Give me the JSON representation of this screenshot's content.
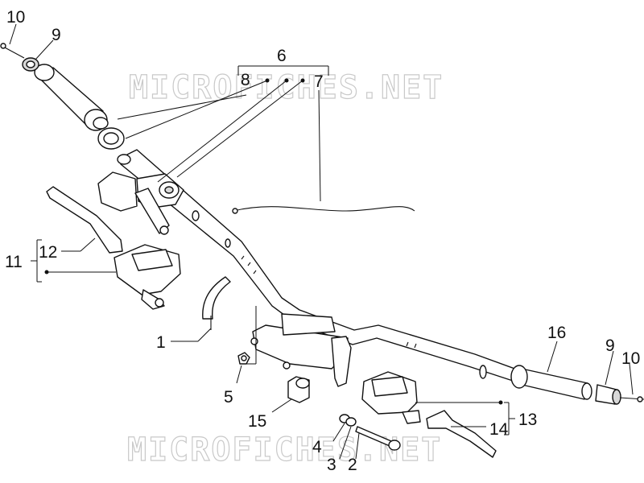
{
  "watermark": {
    "text": "MICROFICHES.NET"
  },
  "callouts": {
    "c1": "1",
    "c2": "2",
    "c3": "3",
    "c4": "4",
    "c5": "5",
    "c6": "6",
    "c7": "7",
    "c8": "8",
    "c9_top": "9",
    "c9_right": "9",
    "c10_top": "10",
    "c10_right": "10",
    "c11": "11",
    "c12": "12",
    "c13": "13",
    "c14": "14",
    "c15": "15",
    "c16": "16"
  },
  "colors": {
    "line": "#111111",
    "watermark": "#c9c9c9",
    "background": "#ffffff"
  }
}
